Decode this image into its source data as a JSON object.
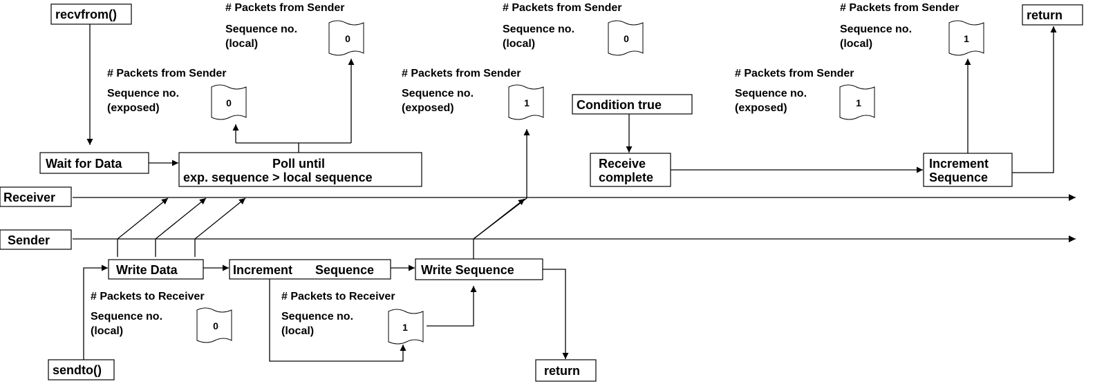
{
  "receiver": {
    "timeline_label": "Receiver",
    "recvfrom_label": "recvfrom()",
    "wait_label": "Wait for Data",
    "poll_line1": "Poll until",
    "poll_line2": "exp. sequence > local sequence",
    "condition_label": "Condition true",
    "receive_line1": "Receive",
    "receive_line2": "complete",
    "increment_line1": "Increment",
    "increment_line2": "Sequence",
    "return_label": "return"
  },
  "sender": {
    "timeline_label": "Sender",
    "sendto_label": "sendto()",
    "write_data_label": "Write Data",
    "increment_label_a": "Increment",
    "increment_label_b": "Sequence",
    "write_seq_label": "Write Sequence",
    "return_label": "return"
  },
  "annotations": [
    {
      "title": "# Packets from Sender",
      "line1": "Sequence no.",
      "line2": "(exposed)",
      "value": "0"
    },
    {
      "title": "# Packets from Sender",
      "line1": "Sequence no.",
      "line2": "(local)",
      "value": "0"
    },
    {
      "title": "# Packets from Sender",
      "line1": "Sequence no.",
      "line2": "(exposed)",
      "value": "1"
    },
    {
      "title": "# Packets from Sender",
      "line1": "Sequence no.",
      "line2": "(local)",
      "value": "0"
    },
    {
      "title": "# Packets from Sender",
      "line1": "Sequence no.",
      "line2": "(exposed)",
      "value": "1"
    },
    {
      "title": "# Packets from Sender",
      "line1": "Sequence no.",
      "line2": "(local)",
      "value": "1"
    },
    {
      "title": "# Packets to Receiver",
      "line1": "Sequence no.",
      "line2": "(local)",
      "value": "0"
    },
    {
      "title": "# Packets to Receiver",
      "line1": "Sequence no.",
      "line2": "(local)",
      "value": "1"
    }
  ]
}
